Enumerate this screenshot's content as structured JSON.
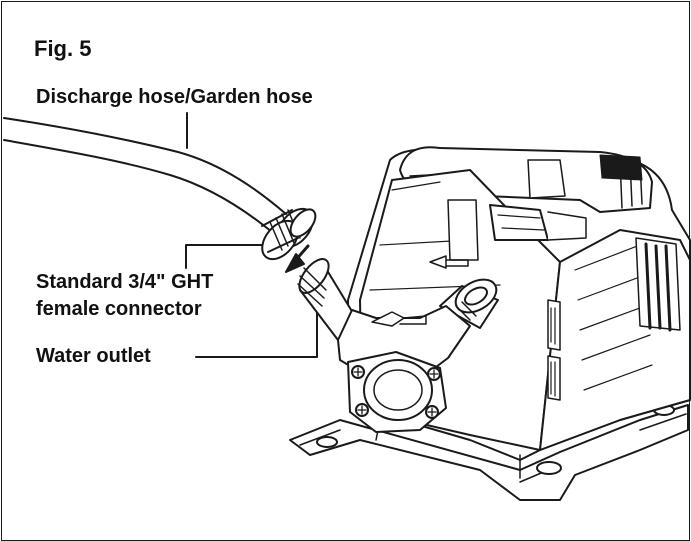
{
  "figure": {
    "title": "Fig. 5",
    "labels": {
      "hose": "Discharge hose/Garden hose",
      "connector_line1": "Standard 3/4\" GHT",
      "connector_line2": "female connector",
      "outlet": "Water outlet"
    }
  }
}
